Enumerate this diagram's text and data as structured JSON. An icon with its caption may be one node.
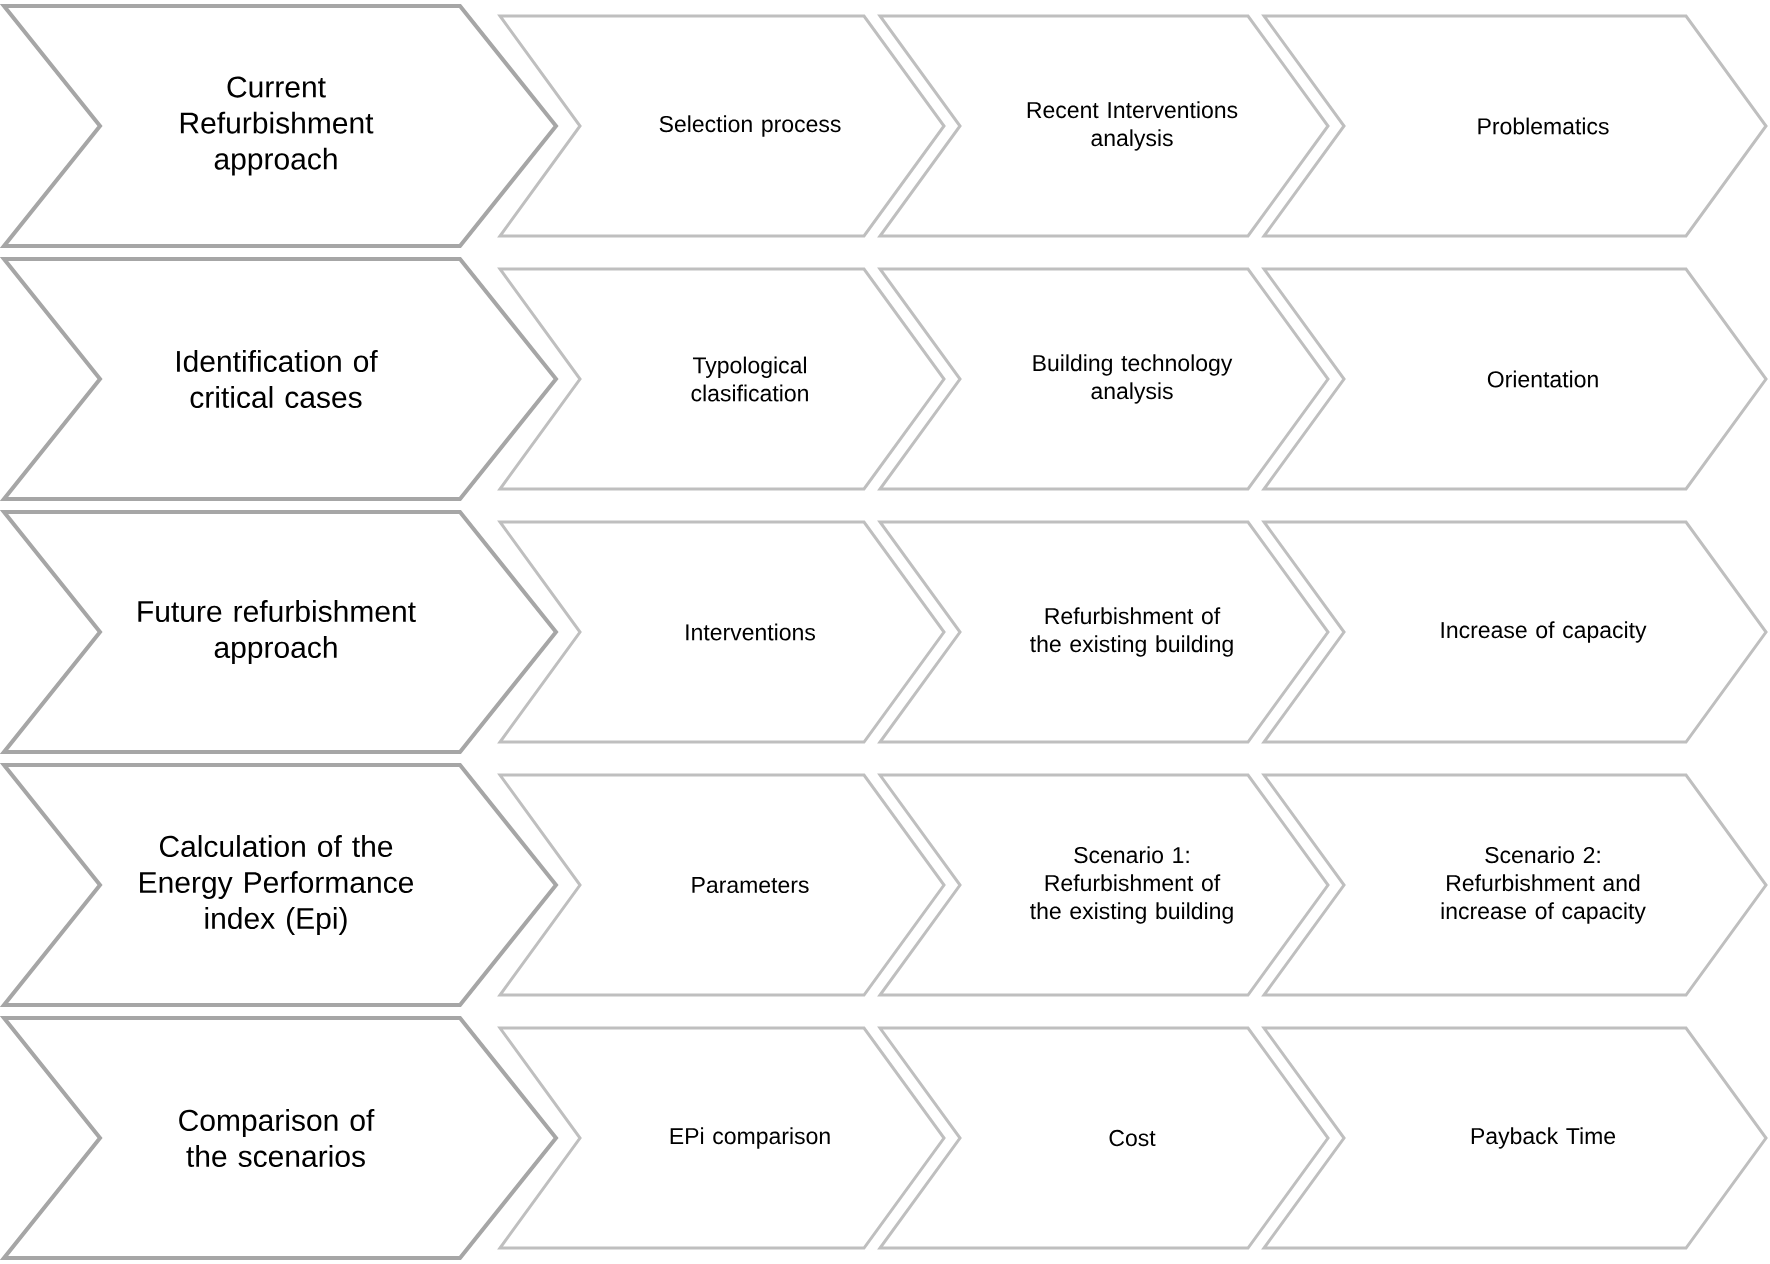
{
  "diagram": {
    "nodes": [
      {
        "text": [
          "Current Refurbishment approach"
        ]
      },
      {
        "text": [
          "Selection process"
        ]
      },
      {
        "text": [
          "Recent Interventions analysis"
        ]
      },
      {
        "text": [
          "Problematics"
        ]
      },
      {
        "text": [
          "Identification of critical cases"
        ]
      },
      {
        "text": [
          "Typological clasification"
        ]
      },
      {
        "text": [
          "Building technology analysis"
        ]
      },
      {
        "text": [
          "Orientation"
        ]
      },
      {
        "text": [
          "Future refurbishment approach"
        ]
      },
      {
        "text": [
          "Interventions"
        ]
      },
      {
        "text": [
          "Refurbishment of the existing building"
        ]
      },
      {
        "text": [
          "Increase of capacity"
        ]
      },
      {
        "text": [
          "Calculation of the Energy Performance index (Epi)"
        ]
      },
      {
        "text": [
          "Parameters"
        ]
      },
      {
        "text": [
          "Scenario 1: Refurbishment of the existing building"
        ]
      },
      {
        "text": [
          "Scenario 2: Refurbishment and increase of capacity"
        ]
      },
      {
        "text": [
          "Comparison of the scenarios"
        ]
      },
      {
        "text": [
          "EPi comparison"
        ]
      },
      {
        "text": [
          "Cost"
        ]
      },
      {
        "text": [
          "Payback Time"
        ]
      }
    ]
  }
}
